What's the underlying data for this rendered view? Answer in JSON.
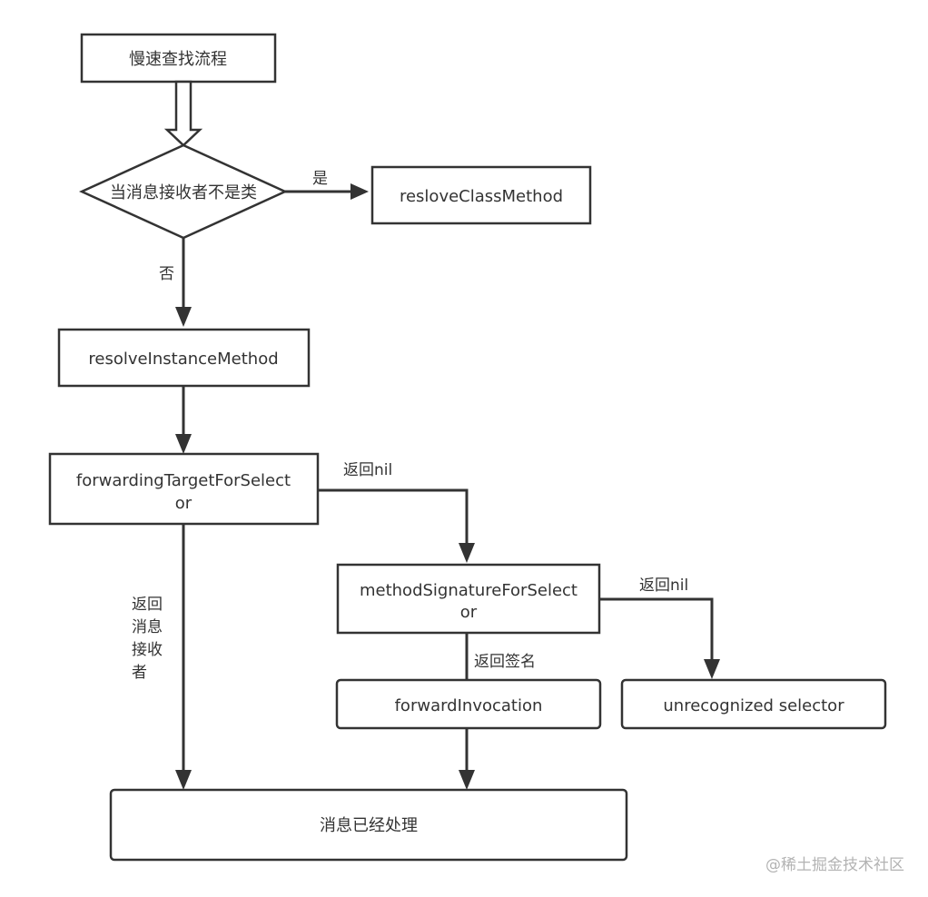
{
  "nodes": {
    "slow_lookup": "慢速查找流程",
    "decision": "当消息接收者不是类",
    "resolve_class": "resloveClassMethod",
    "resolve_instance": "resolveInstanceMethod",
    "forwarding_target": [
      "forwardingTargetForSelect",
      "or"
    ],
    "method_signature": [
      "methodSignatureForSelect",
      "or"
    ],
    "forward_invocation": "forwardInvocation",
    "unrecognized": "unrecognized selector",
    "handled": "消息已经处理"
  },
  "edge_labels": {
    "yes": "是",
    "no": "否",
    "return_nil_1": "返回nil",
    "return_nil_2": "返回nil",
    "return_receiver": [
      "返回",
      "消息",
      "接收",
      "者"
    ],
    "return_signature": "返回签名"
  },
  "watermark": "@稀土掘金技术社区",
  "colors": {
    "stroke": "#333333",
    "text": "#333333",
    "watermark": "#b3b3b3"
  }
}
